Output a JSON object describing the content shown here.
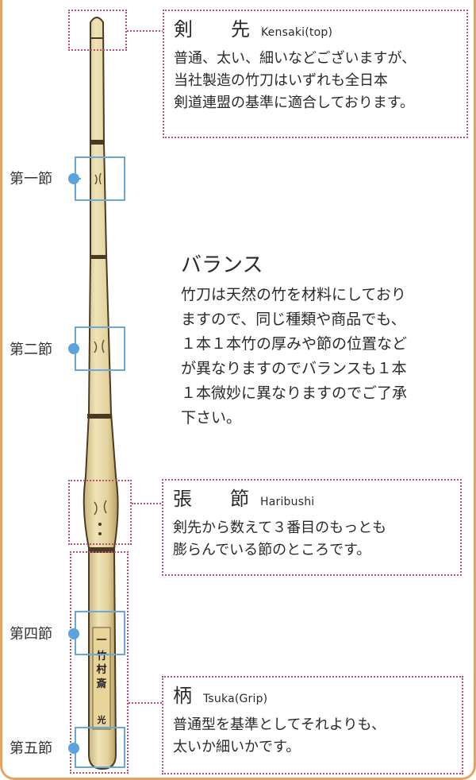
{
  "callouts": {
    "kensaki": {
      "title_jp_1": "剣",
      "title_jp_2": "先",
      "title_en": "Kensaki(top)",
      "lines": [
        "普通、太い、細いなどございますが、",
        "当社製造の竹刀はいずれも全日本",
        "剣道連盟の基準に適合しております。"
      ]
    },
    "haribushi": {
      "title_jp_1": "張",
      "title_jp_2": "節",
      "title_en": "Haribushi",
      "lines": [
        "剣先から数えて３番目のもっとも",
        "膨らんでいる節のところです。"
      ]
    },
    "tsuka": {
      "title_jp": "柄",
      "title_en": "Tsuka(Grip)",
      "lines": [
        "普通型を基準としてそれよりも、",
        "太いか細いかです。"
      ]
    }
  },
  "balance": {
    "title": "バランス",
    "lines": [
      "竹刀は天然の竹を材料にしており",
      "ますので、同じ種類や商品でも、",
      "１本１本竹の厚みや節の位置など",
      "が異なりますのでバランスも１本",
      "１本微妙に異なりますのでご了承",
      "下さい。"
    ]
  },
  "nodes": [
    "第一節",
    "第二節",
    "第四節",
    "第五節"
  ],
  "handle_marks": [
    "一",
    "竹",
    "村",
    "斎",
    "光"
  ],
  "colors": {
    "frame": "#e8a25e",
    "dotted": "#c0506a",
    "node_blue": "#5aa3dc",
    "bamboo": "#e6d6a4",
    "bamboo_edge": "#4a3a22"
  }
}
